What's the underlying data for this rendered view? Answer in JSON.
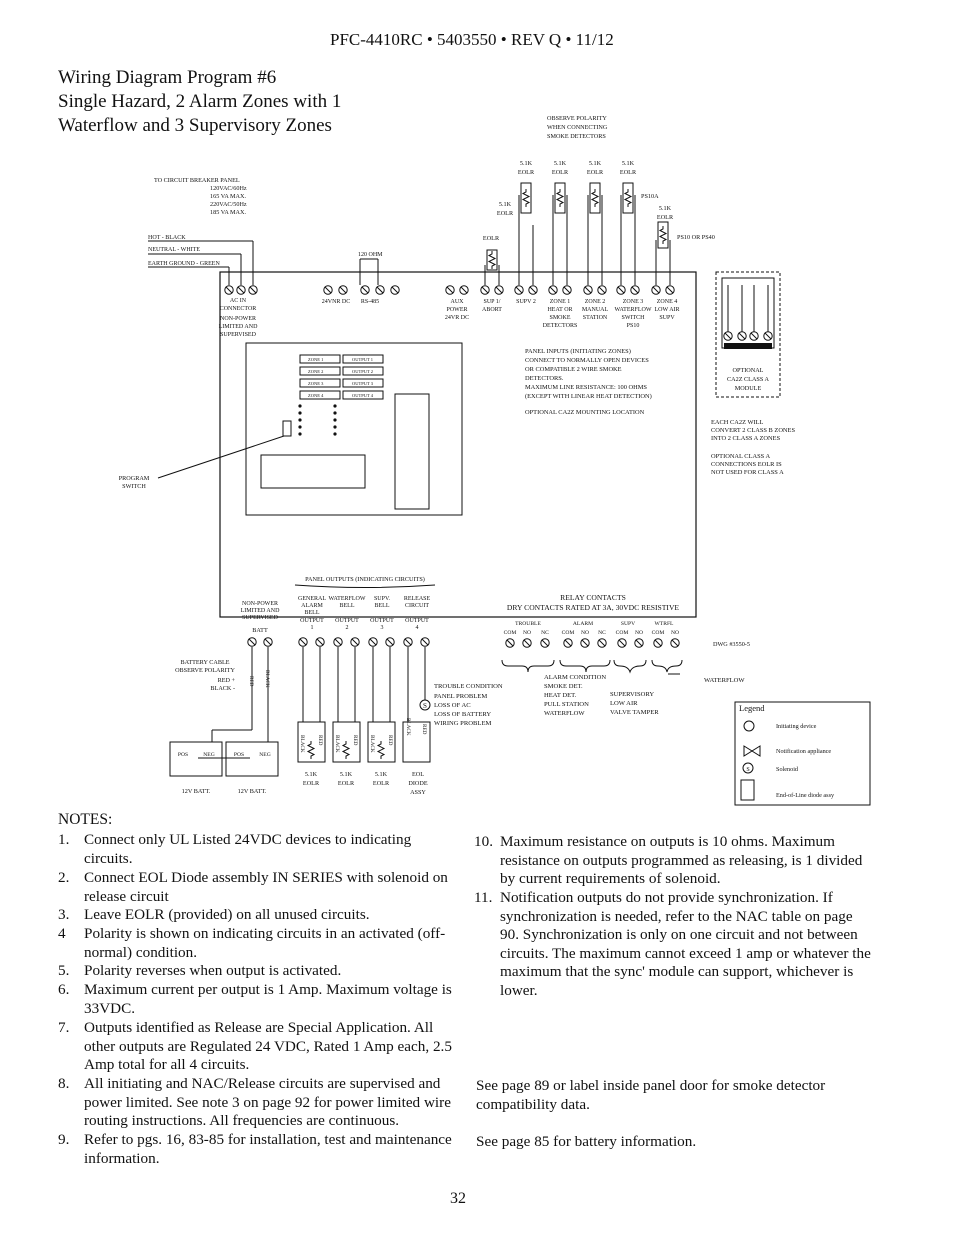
{
  "header": {
    "doc_ref": "PFC-4410RC • 5403550 • REV Q •  11/12"
  },
  "title": {
    "line1": "Wiring Diagram Program #6",
    "line2": "Single Hazard, 2 Alarm Zones with 1",
    "line3": "Waterflow and 3 Supervisory Zones"
  },
  "diagram": {
    "breaker_panel": [
      "TO CIRCUIT BREAKER PANEL",
      "120VAC/60Hz",
      "165 VA MAX.",
      "220VAC/50Hz",
      "185 VA MAX."
    ],
    "ac_wires": [
      "HOT - BLACK",
      "NEUTRAL - WHITE",
      "EARTH GROUND - GREEN"
    ],
    "ac_connector": [
      "AC IN",
      "CONNECTOR"
    ],
    "non_power_limited": [
      "NON-POWER",
      "LIMITED AND",
      "SUPERVISED"
    ],
    "ohm_label": "120 OHM",
    "term_24v": "24VNR DC",
    "term_rs485": "RS-485",
    "smoke_note": [
      "OBSERVE POLARITY",
      "WHEN CONNECTING",
      "SMOKE DETECTORS"
    ],
    "eolr_51k": [
      "5.1K",
      "EOLR"
    ],
    "eolr": "EOLR",
    "ps10a": "PS10A",
    "ps10_or_ps40": "PS10 OR PS40",
    "aux_power": [
      "AUX",
      "POWER",
      "24VR DC"
    ],
    "zone_labels": [
      [
        "SUP 1/",
        "ABORT"
      ],
      [
        "SUPV 2"
      ],
      [
        "ZONE 1",
        "HEAT OR",
        "SMOKE",
        "DETECTORS"
      ],
      [
        "ZONE 2",
        "MANUAL",
        "STATION"
      ],
      [
        "ZONE 3",
        "WATERFLOW",
        "SWITCH",
        "PS10"
      ],
      [
        "ZONE 4",
        "LOW AIR",
        "SUPV"
      ]
    ],
    "panel_inputs": [
      "PANEL INPUTS (INITIATING ZONES)",
      "CONNECT TO NORMALLY OPEN DEVICES",
      "OR COMPATIBLE 2 WIRE SMOKE",
      "DETECTORS.",
      "MAXIMUM LINE RESISTANCE: 100 OHMS",
      "(EXCEPT WITH LINEAR HEAT DETECTION)"
    ],
    "ca2z_location": "OPTIONAL CA2Z MOUNTING LOCATION",
    "ca2z_module": [
      "OPTIONAL",
      "CA2Z CLASS A",
      "MODULE"
    ],
    "ca2z_note": [
      "EACH CA2Z WILL",
      "CONVERT 2 CLASS B ZONES",
      "INTO 2 CLASS A ZONES"
    ],
    "class_a_note": [
      "OPTIONAL CLASS A",
      "CONNECTIONS EOLR IS",
      "NOT USED FOR CLASS A"
    ],
    "program_switch": [
      "PROGRAM",
      "SWITCH"
    ],
    "board_zones": [
      "ZONE 1",
      "ZONE 2",
      "ZONE 3",
      "ZONE 4"
    ],
    "board_outputs": [
      "OUTPUT 1",
      "OUTPUT 2",
      "OUTPUT 3",
      "OUTPUT 4"
    ],
    "panel_outputs_title": "PANEL OUTPUTS (INDICATING CIRCUITS)",
    "outputs": [
      [
        "GENERAL",
        "ALARM",
        "BELL",
        "OUTPUT",
        "1"
      ],
      [
        "WATERFLOW",
        "BELL",
        "",
        "OUTPUT",
        "2"
      ],
      [
        "SUPV.",
        "BELL",
        "",
        "OUTPUT",
        "3"
      ],
      [
        "RELEASE",
        "CIRCUIT",
        "",
        "OUTPUT",
        "4"
      ]
    ],
    "batt": "BATT",
    "battery_cable": [
      "BATTERY CABLE",
      "OBSERVE POLARITY",
      "RED +",
      "BLACK -"
    ],
    "red": "RED",
    "black": "BLACK",
    "pos": "POS",
    "neg": "NEG",
    "battery": "12V BATT.",
    "eol_diode": [
      "EOL",
      "DIODE",
      "ASSY"
    ],
    "relay_title": [
      "RELAY CONTACTS",
      "DRY CONTACTS RATED AT 3A, 30VDC RESISTIVE"
    ],
    "relay_groups": [
      "TROUBLE",
      "ALARM",
      "SUPV",
      "WTRFL"
    ],
    "relay_terms": [
      "COM",
      "NO",
      "NC"
    ],
    "trouble_condition": [
      "TROUBLE CONDITION",
      "PANEL PROBLEM",
      "LOSS OF AC",
      "LOSS OF BATTERY",
      "WIRING PROBLEM"
    ],
    "alarm_condition": [
      "ALARM CONDITION",
      "SMOKE DET.",
      "HEAT DET.",
      "PULL STATION",
      "WATERFLOW"
    ],
    "supervisory": [
      "SUPERVISORY",
      "LOW AIR",
      "VALVE TAMPER"
    ],
    "waterflow": "WATERFLOW",
    "dwg": "DWG #3550-5",
    "legend": {
      "title": "Legend",
      "items": [
        "Initiating device",
        "Notification appliance",
        "Solenoid",
        "End-of-Line diode assy"
      ]
    }
  },
  "notes": {
    "heading": "NOTES:",
    "left": [
      {
        "num": "1.",
        "text": "Connect only UL Listed 24VDC devices to indicating circuits."
      },
      {
        "num": "2.",
        "text": "Connect EOL Diode assembly IN SERIES with solenoid on release circuit"
      },
      {
        "num": "3.",
        "text": "Leave EOLR (provided) on all unused circuits."
      },
      {
        "num": "4",
        "text": "Polarity is shown on indicating circuits in an activated (off-normal) condition."
      },
      {
        "num": "5.",
        "text": "Polarity reverses when output is activated."
      },
      {
        "num": "6.",
        "text": "Maximum current per output is 1 Amp.  Maximum voltage is 33VDC."
      },
      {
        "num": "7.",
        "text": "Outputs identified as Release are Special Application. All other outputs are Regulated 24 VDC, Rated 1 Amp each, 2.5 Amp total for all 4 circuits."
      },
      {
        "num": "8.",
        "text": "All initiating and NAC/Release circuits are supervised and power limited.  See note 3 on page 92 for power limited wire routing instructions.  All frequencies are continuous."
      },
      {
        "num": "9.",
        "text": "Refer to pgs. 16, 83-85 for installation, test and maintenance information."
      }
    ],
    "right": [
      {
        "num": "10.",
        "text": "Maximum resistance on outputs is 10 ohms.  Maximum resistance on outputs programmed as releasing, is 1 divided by current requirements of solenoid."
      },
      {
        "num": "11.",
        "text": "Notification outputs do not provide synchronization. If synchronization is needed, refer to the NAC table on page 90. Synchronization is only on one circuit and not between circuits.  The maximum cannot exceed 1 amp or whatever the maximum that the sync' module can support, whichever is lower."
      }
    ],
    "see1": "See page 89 or label inside panel door for smoke detector compatibility data.",
    "see2": "See page 85 for battery information."
  },
  "page_number": "32"
}
